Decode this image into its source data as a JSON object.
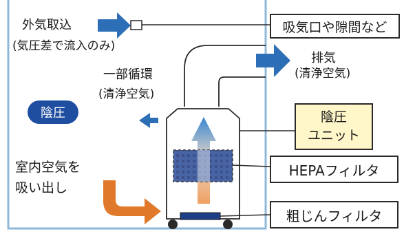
{
  "labels": {
    "outdoor_intake_line1": "外気取込",
    "outdoor_intake_line2": "(気圧差で流入のみ)",
    "vent_gap": "吸気口や隙間など",
    "exhaust_line1": "排気",
    "exhaust_line2": "(清浄空気)",
    "recirc_line1": "一部循環",
    "recirc_line2": "(清浄空気)",
    "negative_pressure_badge": "陰圧",
    "unit_line1": "陰圧",
    "unit_line2": "ユニット",
    "draw_line1": "室内空気を",
    "draw_line2": "吸い出し",
    "hepa_filter": "HEPAフィルタ",
    "coarse_filter": "粗じんフィルタ"
  },
  "colors": {
    "room_border": "#8fb8d8",
    "arrow_blue": "#2d6fb6",
    "arrow_orange": "#e07a2a",
    "badge_blue": "#1f4ea0",
    "hepa_navy": "#1f3f86",
    "unit_box_fill": "#fff7c9"
  }
}
